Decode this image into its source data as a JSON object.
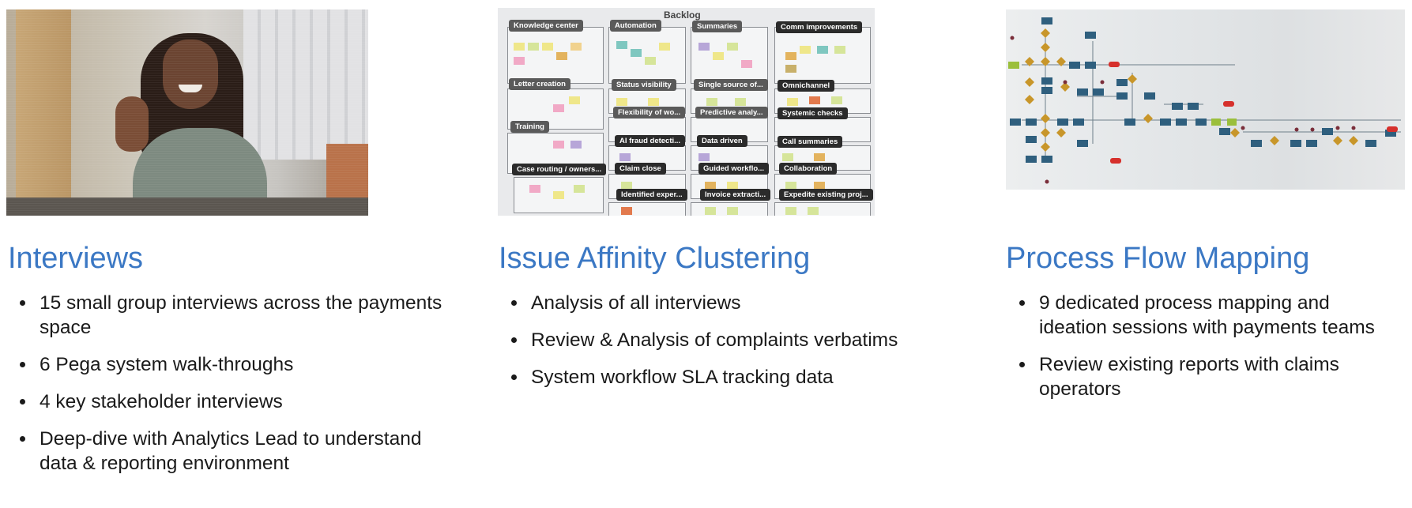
{
  "columns": [
    {
      "heading": "Interviews",
      "image_label": "video call participant photo",
      "bullets": [
        "15 small group interviews across the payments space",
        "6 Pega system walk-throughs",
        "4 key stakeholder interviews",
        "Deep-dive with Analytics Lead to understand data & reporting environment"
      ]
    },
    {
      "heading": "Issue Affinity Clustering",
      "image_label": "affinity board photo",
      "board": {
        "title": "Backlog",
        "labels": [
          "Knowledge center",
          "Automation",
          "Summaries",
          "Comm improvements",
          "Letter creation",
          "Status visibility",
          "Single source of...",
          "Omnichannel",
          "Flexibility of wo...",
          "Predictive analy...",
          "Systemic checks",
          "Training",
          "AI fraud detecti...",
          "Data driven",
          "Call summaries",
          "Case routing / owners...",
          "Claim close",
          "Guided workflo...",
          "Collaboration",
          "Identified exper...",
          "Invoice extracti...",
          "Expedite existing proj..."
        ]
      },
      "bullets": [
        "Analysis of all interviews",
        "Review & Analysis of complaints verbatims",
        "System workflow SLA tracking data"
      ]
    },
    {
      "heading": "Process Flow Mapping",
      "image_label": "process flow map photo",
      "bullets": [
        "9 dedicated process mapping and ideation sessions with payments teams",
        "Review existing reports with claims operators"
      ]
    }
  ],
  "colors": {
    "heading": "#3b78c4",
    "flow_box": "#2f5f7e",
    "flow_diamond": "#c8962a",
    "flow_end": "#d6302c"
  }
}
